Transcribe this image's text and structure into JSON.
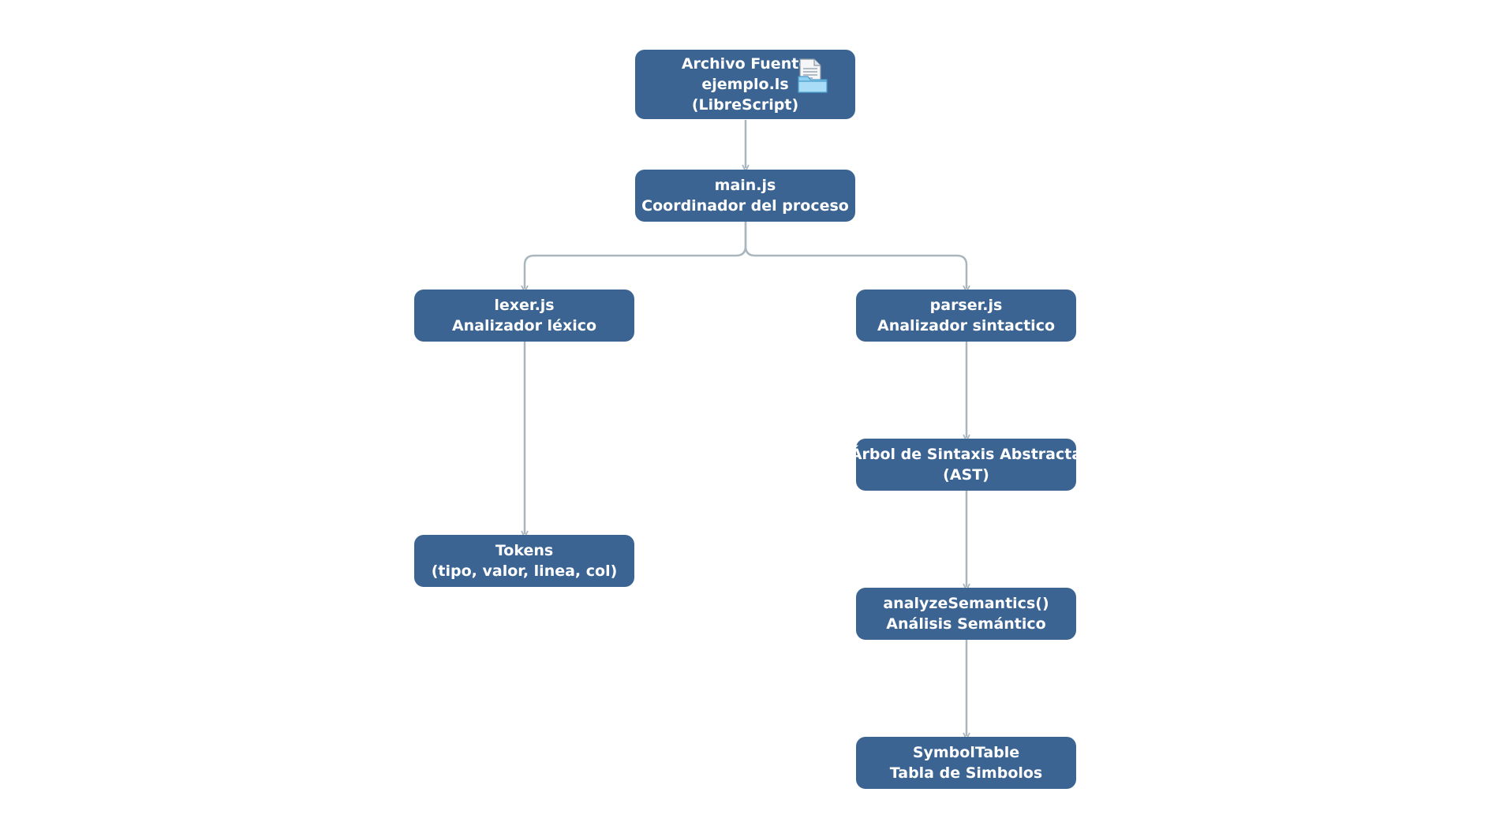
{
  "colors": {
    "node_fill": "#3b6492",
    "node_text": "#ffffff",
    "edge": "#a9b6bd",
    "background": "#ffffff"
  },
  "nodes": {
    "source_file": {
      "line1": "Archivo Fuente",
      "line2": "ejemplo.ls",
      "line3": "(LibreScript)",
      "icon": "document-folder-icon"
    },
    "main": {
      "line1": "main.js",
      "line2": "Coordinador del proceso"
    },
    "lexer": {
      "line1": "lexer.js",
      "line2": "Analizador léxico"
    },
    "parser": {
      "line1": "parser.js",
      "line2": "Analizador sintactico"
    },
    "tokens": {
      "line1": "Tokens",
      "line2": "(tipo, valor, linea, col)"
    },
    "ast": {
      "line1": "Árbol de Sintaxis Abstracta",
      "line2": "(AST)"
    },
    "semantics": {
      "line1": "analyzeSemantics()",
      "line2": "Análisis Semántico"
    },
    "symbol_table": {
      "line1": "SymbolTable",
      "line2": "Tabla de Simbolos"
    }
  },
  "edges": [
    {
      "from": "source_file",
      "to": "main"
    },
    {
      "from": "main",
      "to": "lexer"
    },
    {
      "from": "main",
      "to": "parser"
    },
    {
      "from": "lexer",
      "to": "tokens"
    },
    {
      "from": "parser",
      "to": "ast"
    },
    {
      "from": "ast",
      "to": "semantics"
    },
    {
      "from": "semantics",
      "to": "symbol_table"
    }
  ]
}
